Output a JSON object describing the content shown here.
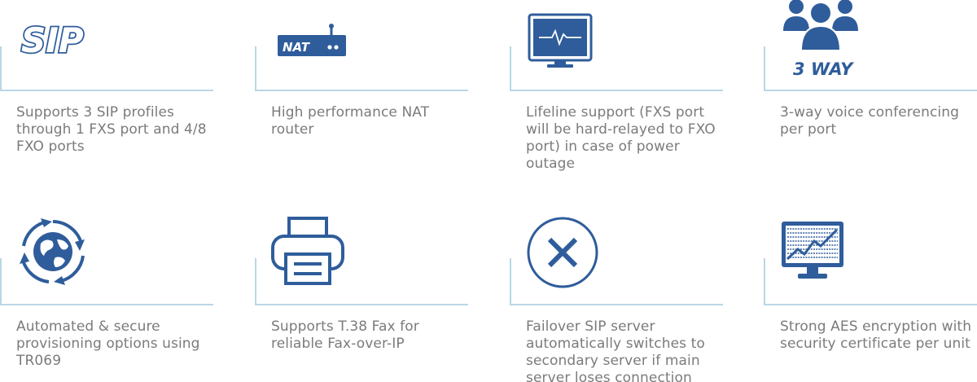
{
  "colors": {
    "icon_blue": "#2f5d9b",
    "divider": "#b8d7e6",
    "text_gray": "#7b7b7b"
  },
  "features": [
    {
      "icon": "sip-icon",
      "icon_text": "SIP",
      "text": "Supports 3 SIP profiles through 1 FXS port and 4/8 FXO ports"
    },
    {
      "icon": "nat-router-icon",
      "icon_text": "NAT",
      "text": "High performance NAT router"
    },
    {
      "icon": "monitor-pulse-icon",
      "text": "Lifeline support (FXS port will be hard-relayed to FXO port) in case of power outage"
    },
    {
      "icon": "three-way-users-icon",
      "icon_text": "3 WAY",
      "text": "3-way voice conferencing per port"
    },
    {
      "icon": "globe-sync-icon",
      "text": "Automated & secure provisioning options using TR069"
    },
    {
      "icon": "fax-printer-icon",
      "text": "Supports T.38 Fax for reliable Fax-over-IP"
    },
    {
      "icon": "x-circle-icon",
      "text": "Failover SIP server automatically switches to secondary server if main server loses connection"
    },
    {
      "icon": "encryption-monitor-icon",
      "text": "Strong AES encryption with security certificate per unit"
    }
  ]
}
